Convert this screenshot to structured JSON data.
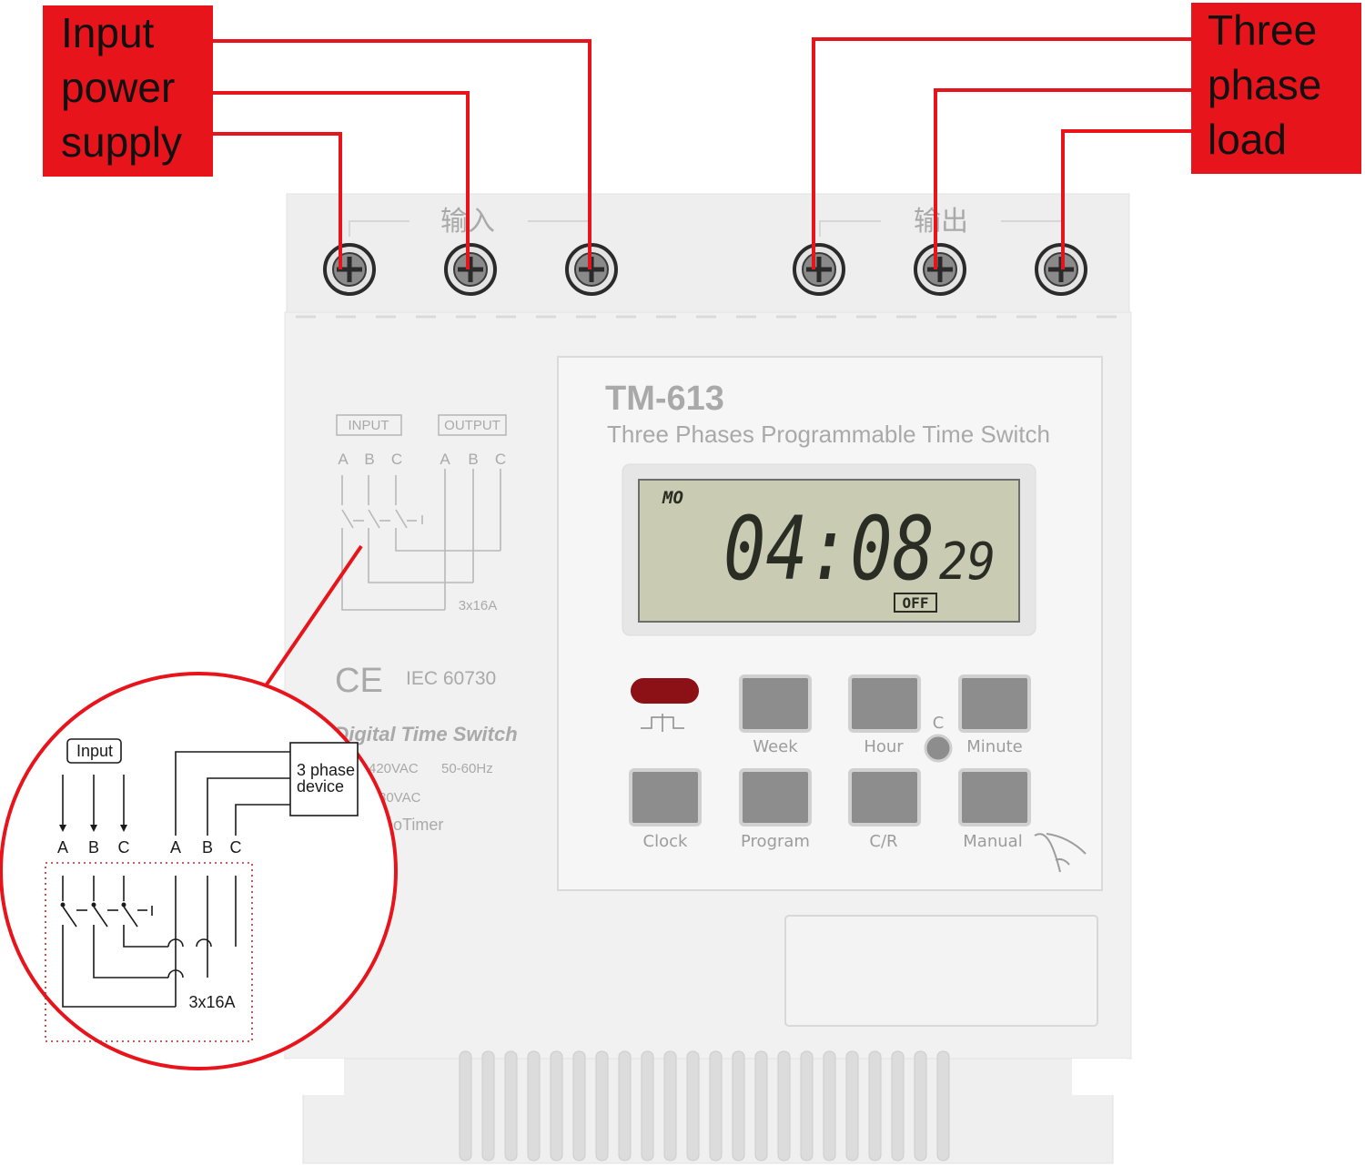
{
  "callouts": {
    "input": [
      "Input",
      "power",
      "supply"
    ],
    "load": [
      "Three",
      "phase",
      "load"
    ]
  },
  "device": {
    "terminal_labels": {
      "input": "输入",
      "output": "输出"
    },
    "model": "TM-613",
    "subtitle": "Three Phases Programmable Time Switch",
    "panel_diagram": {
      "input_label": "INPUT",
      "output_label": "OUTPUT",
      "phases": [
        "A",
        "B",
        "C"
      ],
      "rating": "3x16A"
    },
    "cert_mark": "CE",
    "standard": "IEC 60730",
    "product_line": "Digital Time Switch",
    "voltage": "420VAC",
    "frequency": "50-60Hz",
    "voltage2": "80VAC",
    "brand_partial": "noTimer",
    "lcd": {
      "day": "MO",
      "time": "04:08",
      "seconds": "29",
      "state": "OFF"
    },
    "c_label": "C",
    "buttons": {
      "week": "Week",
      "hour": "Hour",
      "minute": "Minute",
      "clock": "Clock",
      "program": "Program",
      "cr": "C/R",
      "manual": "Manual"
    }
  },
  "inset": {
    "input_label": "Input",
    "device_label": [
      "3 phase",
      "device"
    ],
    "phases": [
      "A",
      "B",
      "C"
    ],
    "rating": "3x16A"
  },
  "colors": {
    "callout_red": "#e8141c",
    "device_body": "#f0f0f0",
    "lcd_bg": "#c9cbb3",
    "button_grey": "#8d8d8d",
    "indicator": "#8b1116"
  }
}
